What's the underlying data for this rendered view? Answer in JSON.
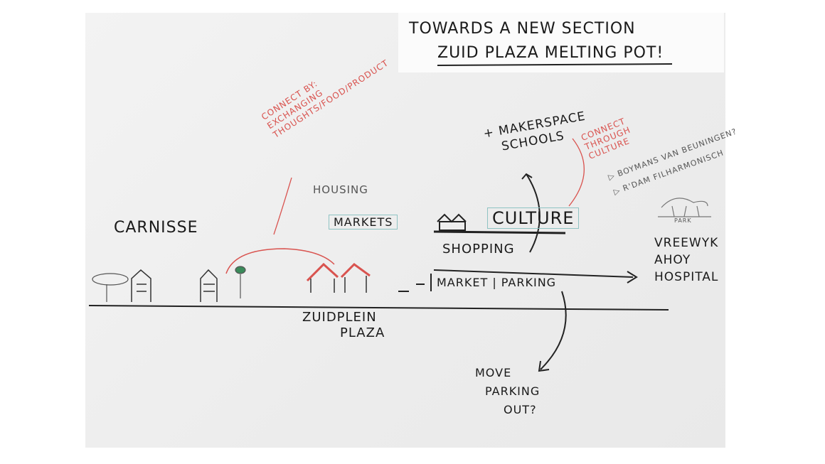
{
  "title": {
    "line1": "Towards a new section",
    "line2": "Zuid Plaza Melting Pot!"
  },
  "annotations": {
    "connect_exchange": [
      "Connect by:",
      "exchanging",
      "thoughts/food/product"
    ],
    "connect_culture": [
      "Connect",
      "through",
      "culture"
    ],
    "culture_refs": [
      "▷ Boymans van Beuningen?",
      "▷ R'dam Filharmonisch"
    ]
  },
  "labels": {
    "carnisse": "Carnisse",
    "housing": "Housing",
    "markets": "Markets",
    "culture": "Culture",
    "shopping": "Shopping",
    "makerspace": "+ Makerspace",
    "schools": "Schools",
    "market_parking": "Market | parking",
    "zuidplein": "Zuidplein",
    "plaza": "Plaza",
    "park": "Park",
    "destinations": [
      "Vreewyk",
      "Ahoy",
      "Hospital"
    ],
    "move_parking": [
      "Move",
      "parking",
      "out?"
    ]
  },
  "colors": {
    "ink": "#1a1a1a",
    "red": "#d9534f",
    "teal": "#8fc3c3"
  }
}
